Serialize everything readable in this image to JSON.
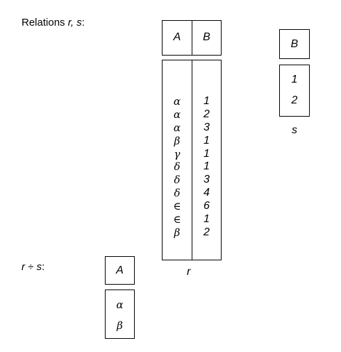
{
  "caption_relations": {
    "prefix": "Relations ",
    "vars": "r, s",
    "suffix": ":"
  },
  "caption_division": {
    "expr": "r ÷ s",
    "suffix": ":"
  },
  "relation_r": {
    "name": "r",
    "headers": [
      "A",
      "B"
    ],
    "rows": [
      [
        "α",
        "1"
      ],
      [
        "α",
        "2"
      ],
      [
        "α",
        "3"
      ],
      [
        "β",
        "1"
      ],
      [
        "γ",
        "1"
      ],
      [
        "δ",
        "1"
      ],
      [
        "δ",
        "3"
      ],
      [
        "δ",
        "4"
      ],
      [
        "∈",
        "6"
      ],
      [
        "∈",
        "1"
      ],
      [
        "β",
        "2"
      ]
    ]
  },
  "relation_s": {
    "name": "s",
    "headers": [
      "B"
    ],
    "rows": [
      [
        "1"
      ],
      [
        "2"
      ]
    ]
  },
  "result": {
    "headers": [
      "A"
    ],
    "rows": [
      [
        "α"
      ],
      [
        "β"
      ]
    ]
  }
}
